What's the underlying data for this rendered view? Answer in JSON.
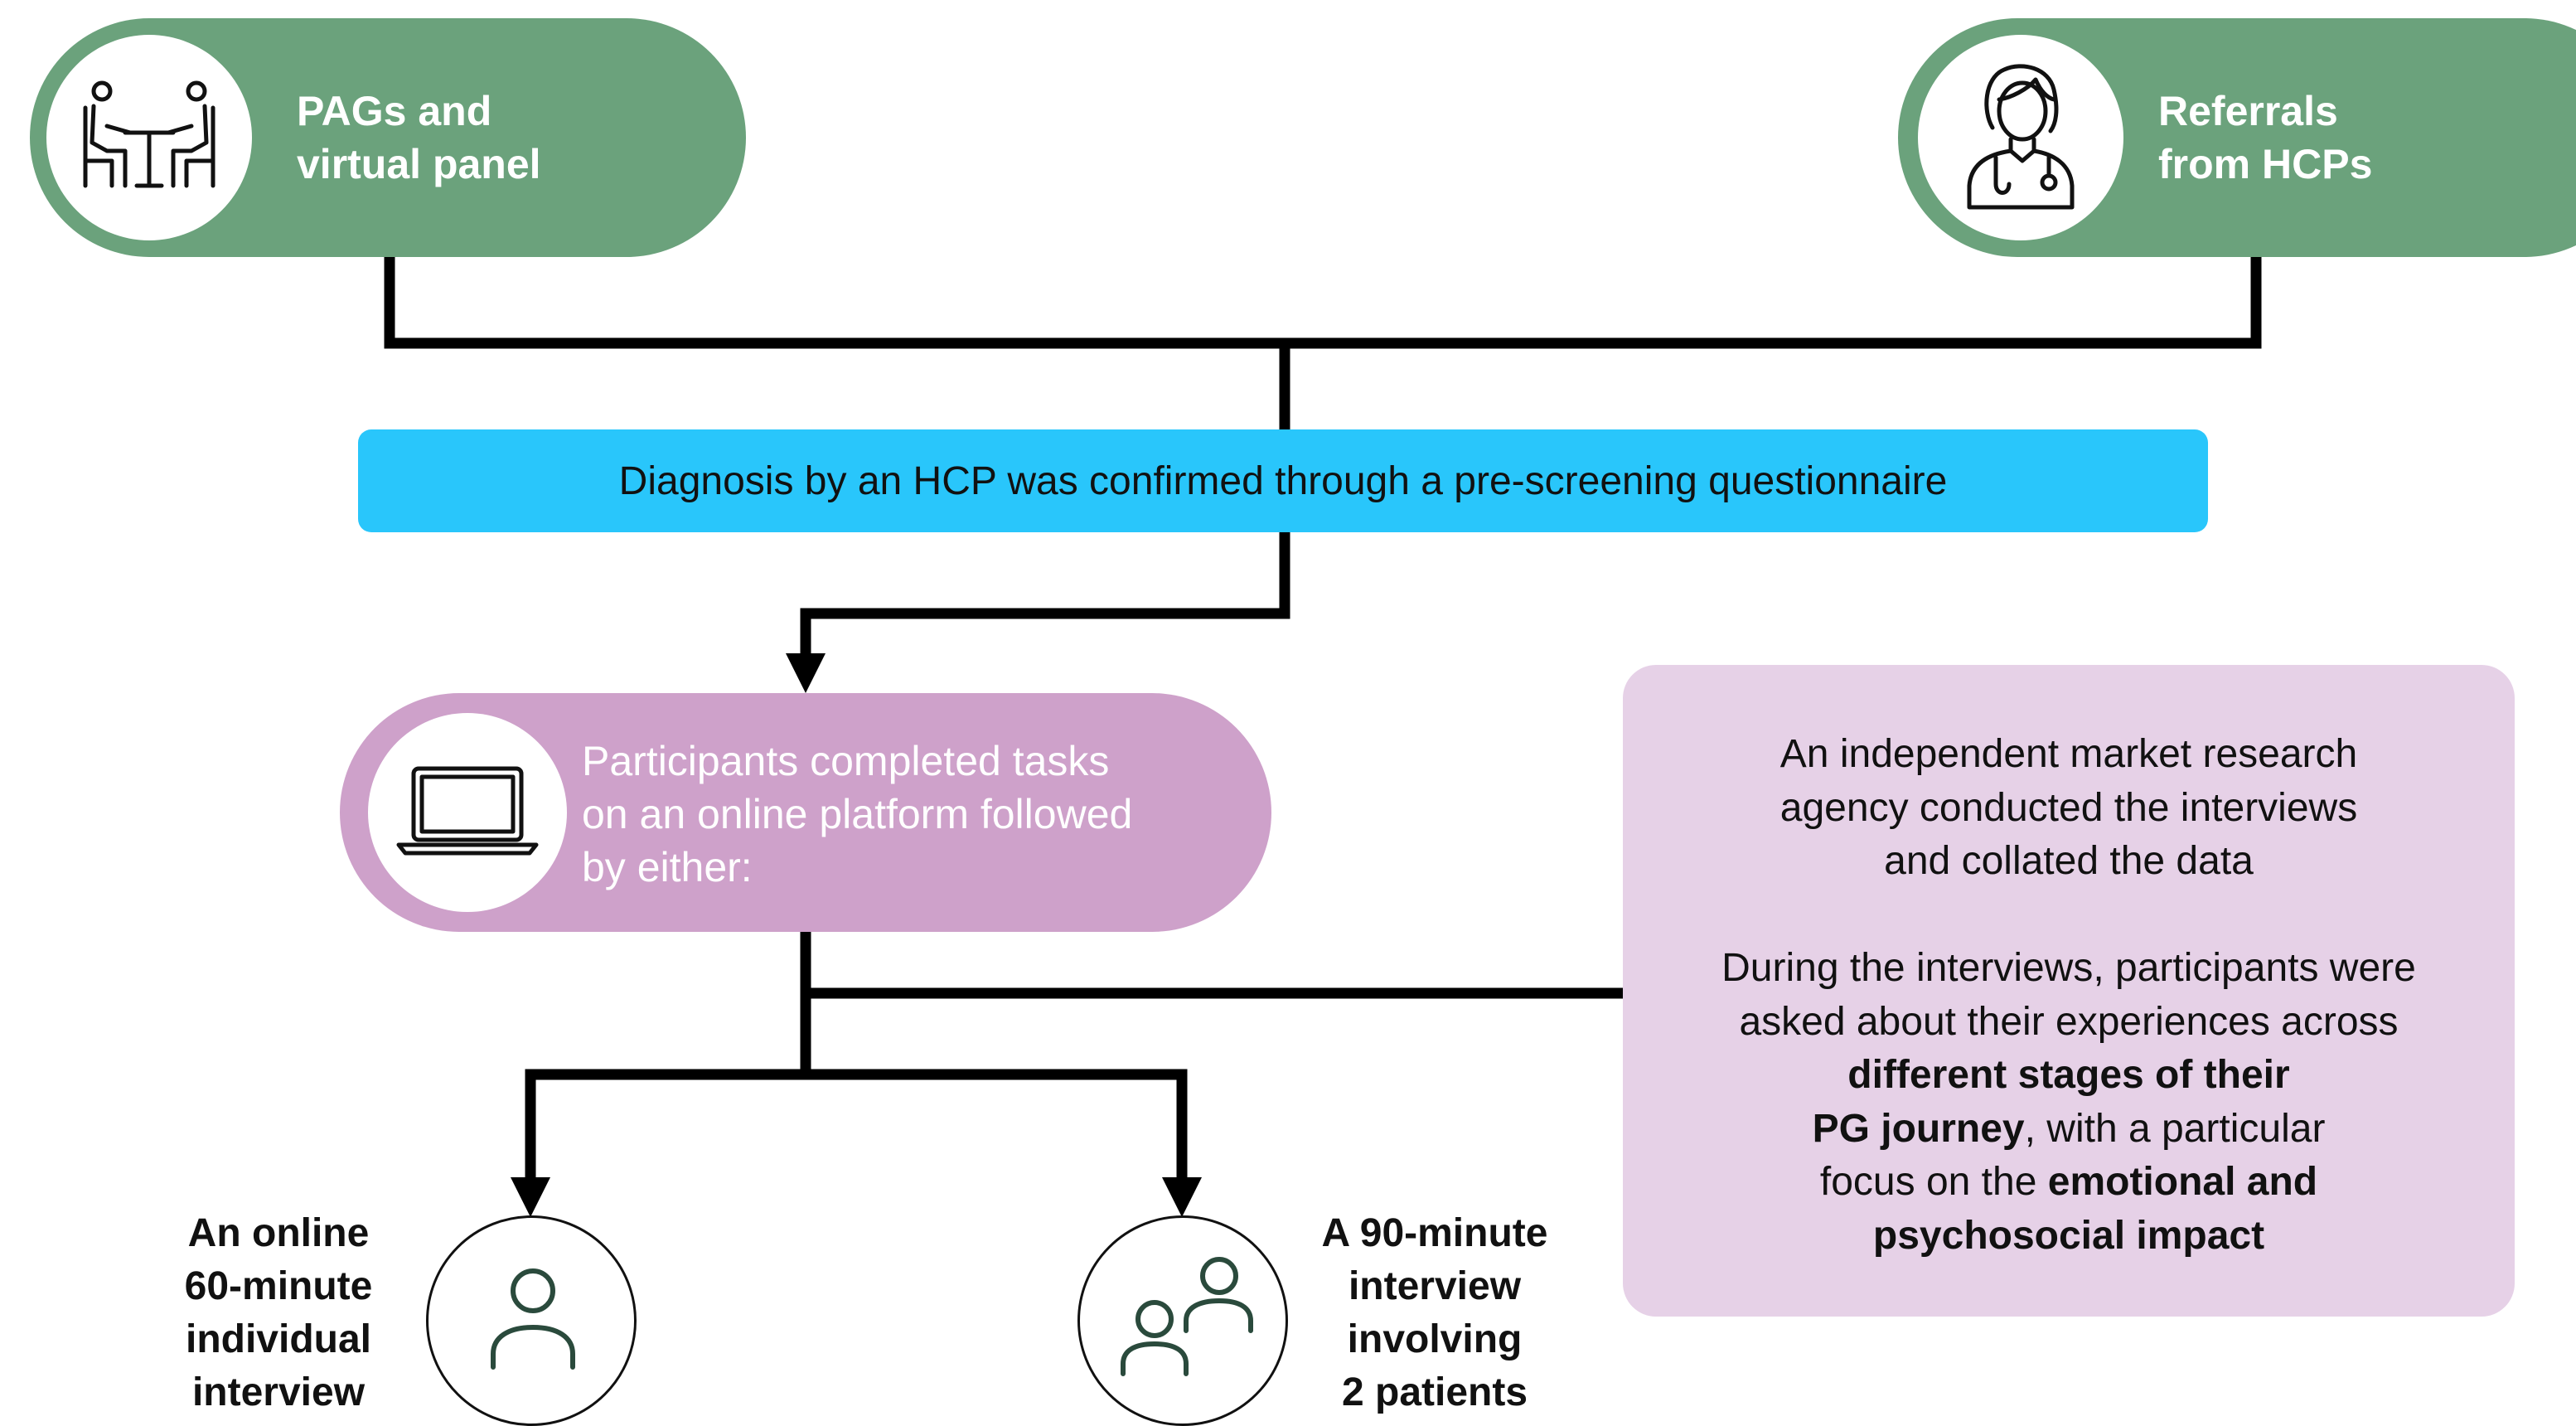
{
  "sources": {
    "left": {
      "lines": [
        "PAGs and",
        "virtual panel"
      ],
      "icon": "meeting-table-icon",
      "color": "#6ba27c"
    },
    "right": {
      "lines": [
        "Referrals",
        "from HCPs"
      ],
      "icon": "doctor-icon",
      "color": "#6ba27c"
    }
  },
  "screening": {
    "text": "Diagnosis by an HCP was confirmed through a pre-screening questionnaire",
    "color": "#29c6fb"
  },
  "platform": {
    "lines": [
      "Participants completed tasks",
      "on an online platform followed",
      "by either:"
    ],
    "icon": "laptop-icon",
    "color": "#cea1ca"
  },
  "agency": {
    "p1": [
      "An independent market research",
      "agency conducted the interviews",
      "and collated the data"
    ],
    "p2": {
      "l1": "During the interviews, participants were",
      "l2": "asked about their experiences across",
      "l3_bold": "different stages of their",
      "l4_bold": "PG journey",
      "l4_rest": ", with a particular",
      "l5_pre": "focus on the ",
      "l5_bold": "emotional and",
      "l6_bold": "psychosocial impact"
    },
    "color": "#e6d1e7"
  },
  "options": [
    {
      "lines": [
        "An online",
        "60-minute",
        "individual",
        "interview"
      ],
      "icon": "person-icon"
    },
    {
      "lines": [
        "A 90-minute",
        "interview",
        "involving",
        "2 patients"
      ],
      "icon": "two-people-icon"
    }
  ]
}
